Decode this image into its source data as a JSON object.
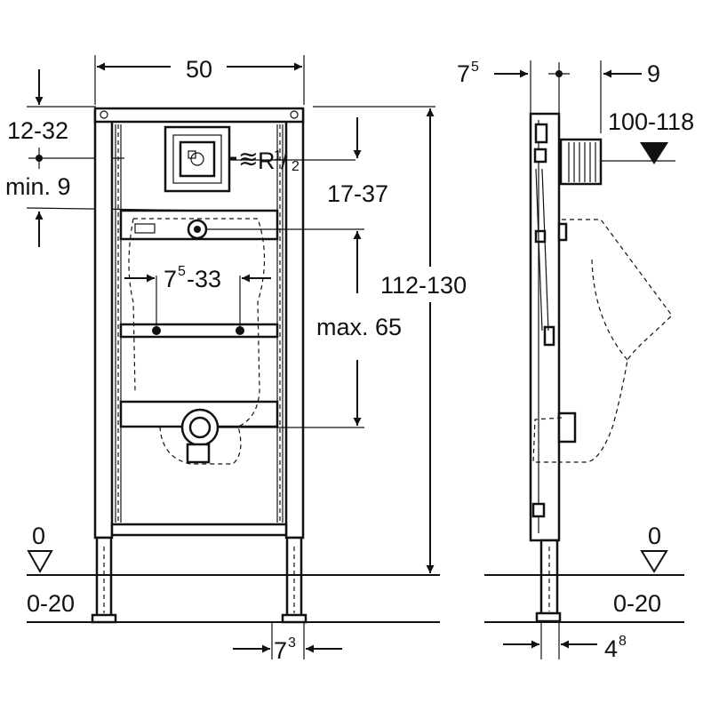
{
  "front_view": {
    "dim_width": "50",
    "dim_top_offset": "12-32",
    "dim_min": "min. 9",
    "dim_supply_height": "17-37",
    "thread_prefix": "R",
    "thread_num": "1",
    "thread_den": "2",
    "dim_total_height_a": "112-130",
    "dim_bracket_base": "7",
    "dim_bracket_sup": "5",
    "dim_bracket_range": "-33",
    "dim_max": "max. 65",
    "floor_zero": "0",
    "floor_range": "0-20",
    "foot_base": "7",
    "foot_sup": "3"
  },
  "side_view": {
    "dim_top_left_base": "7",
    "dim_top_left_sup": "5",
    "dim_top_right": "9",
    "dim_depth": "100-118",
    "floor_zero": "0",
    "floor_range": "0-20",
    "foot_base": "4",
    "foot_sup": "8"
  },
  "colors": {
    "line": "#111111",
    "background": "#ffffff"
  }
}
